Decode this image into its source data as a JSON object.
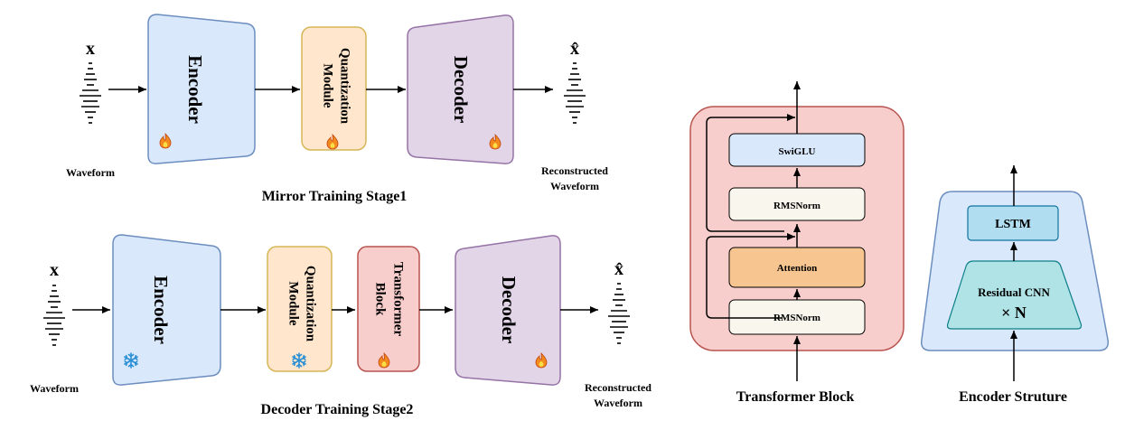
{
  "stage1": {
    "input_symbol": "x",
    "output_symbol": "x̂",
    "input_label": "Waveform",
    "output_label_line1": "Reconstructed",
    "output_label_line2": "Waveform",
    "encoder": "Encoder",
    "quant_line1": "Quantization",
    "quant_line2": "Module",
    "decoder": "Decoder",
    "caption": "Mirror Training Stage1"
  },
  "stage2": {
    "input_symbol": "x",
    "output_symbol": "x̂",
    "input_label": "Waveform",
    "output_label_line1": "Reconstructed",
    "output_label_line2": "Waveform",
    "encoder": "Encoder",
    "quant_line1": "Quantization",
    "quant_line2": "Module",
    "transformer_line1": "Transformer",
    "transformer_line2": "Block",
    "decoder": "Decoder",
    "caption": "Decoder Training Stage2"
  },
  "transformer_block": {
    "swiglu": "SwiGLU",
    "rmsnorm_top": "RMSNorm",
    "attention": "Attention",
    "rmsnorm_bottom": "RMSNorm",
    "caption": "Transformer Block"
  },
  "encoder_structure": {
    "lstm": "LSTM",
    "residual_cnn": "Residual CNN",
    "multiplier": "× N",
    "caption": "Encoder  Struture"
  },
  "icons": {
    "trainable": "fire-icon",
    "frozen": "snowflake-icon"
  },
  "colors": {
    "encoder_fill": "#dae8fc",
    "encoder_stroke": "#6c8ebf",
    "quant_fill": "#ffe6cc",
    "quant_stroke": "#d6b656",
    "decoder_fill": "#e1d5e7",
    "decoder_stroke": "#9673a6",
    "transformer_fill": "#f8cecc",
    "transformer_stroke": "#b85450",
    "swiglu_fill": "#dae8fc",
    "attention_fill": "#f7c690",
    "rmsnorm_fill": "#f9f7ed",
    "lstm_fill": "#b1ddf0",
    "cnn_fill": "#b0e3e6",
    "cnn_stroke": "#0e8088"
  }
}
